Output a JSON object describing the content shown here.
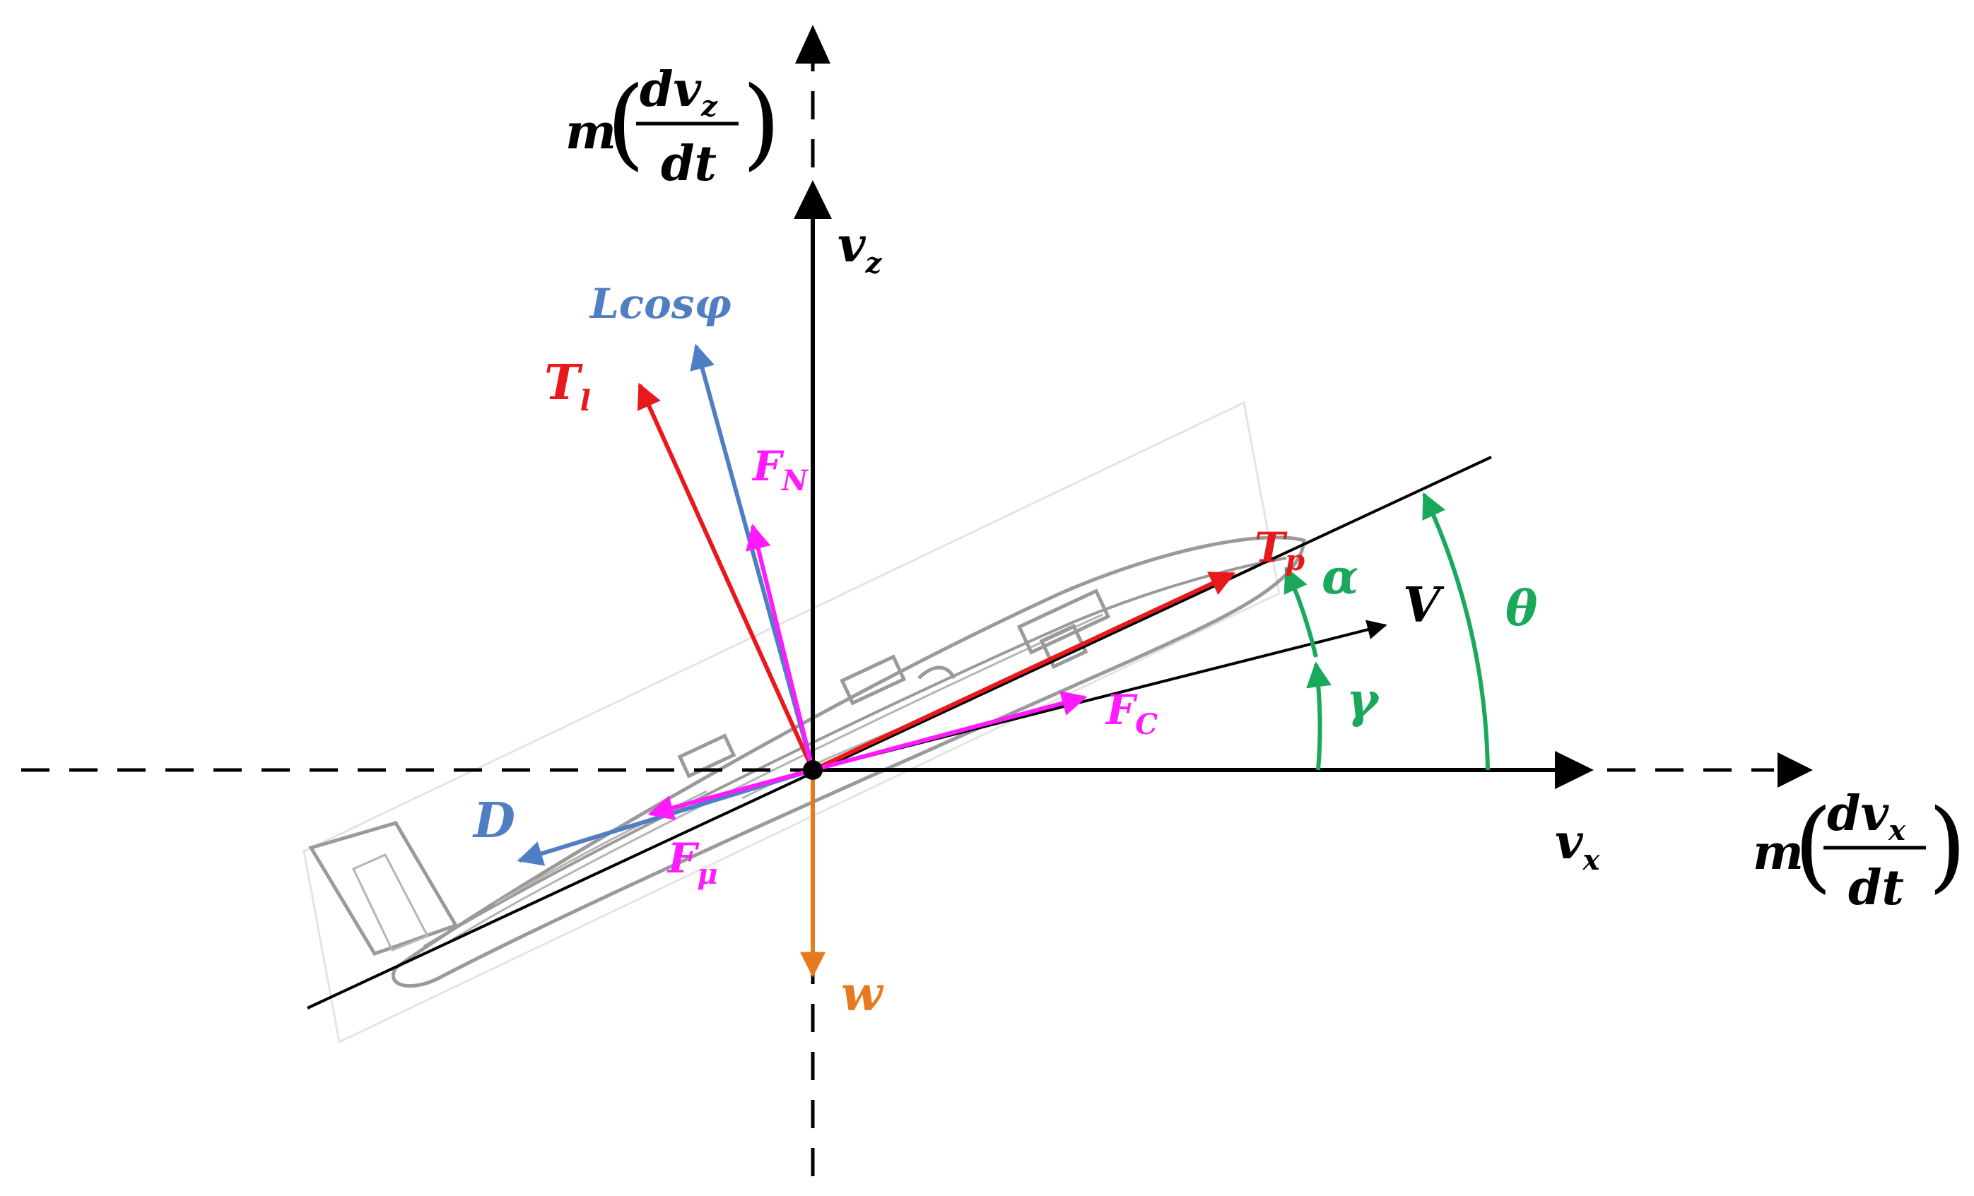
{
  "colors": {
    "axis": "#000000",
    "thrust": "#e8191c",
    "lift": "#4f7fc2",
    "friction": "#ff1aff",
    "weight": "#e8791f",
    "angle": "#1aa85a",
    "airplane": "#9a9a9a"
  },
  "labels": {
    "z_accel": {
      "m": "m",
      "num_d": "d",
      "num_v": "v",
      "num_sub": "z",
      "den": "dt",
      "open": "(",
      "close": ")"
    },
    "x_accel": {
      "m": "m",
      "num_d": "d",
      "num_v": "v",
      "num_sub": "x",
      "den": "dt",
      "open": "(",
      "close": ")"
    },
    "vz": {
      "main": "v",
      "sub": "z"
    },
    "vx": {
      "main": "v",
      "sub": "x"
    },
    "lift": "Lcosφ",
    "thrust_lift": {
      "main": "T",
      "sub": "l"
    },
    "thrust_prop": {
      "main": "T",
      "sub": "p"
    },
    "normal_force": {
      "main": "F",
      "sub": "N"
    },
    "centrifugal": {
      "main": "F",
      "sub": "C"
    },
    "friction": {
      "main": "F",
      "sub": "μ"
    },
    "drag": "D",
    "weight": "w",
    "velocity": "V",
    "alpha": "α",
    "gamma": "γ",
    "theta": "θ"
  }
}
